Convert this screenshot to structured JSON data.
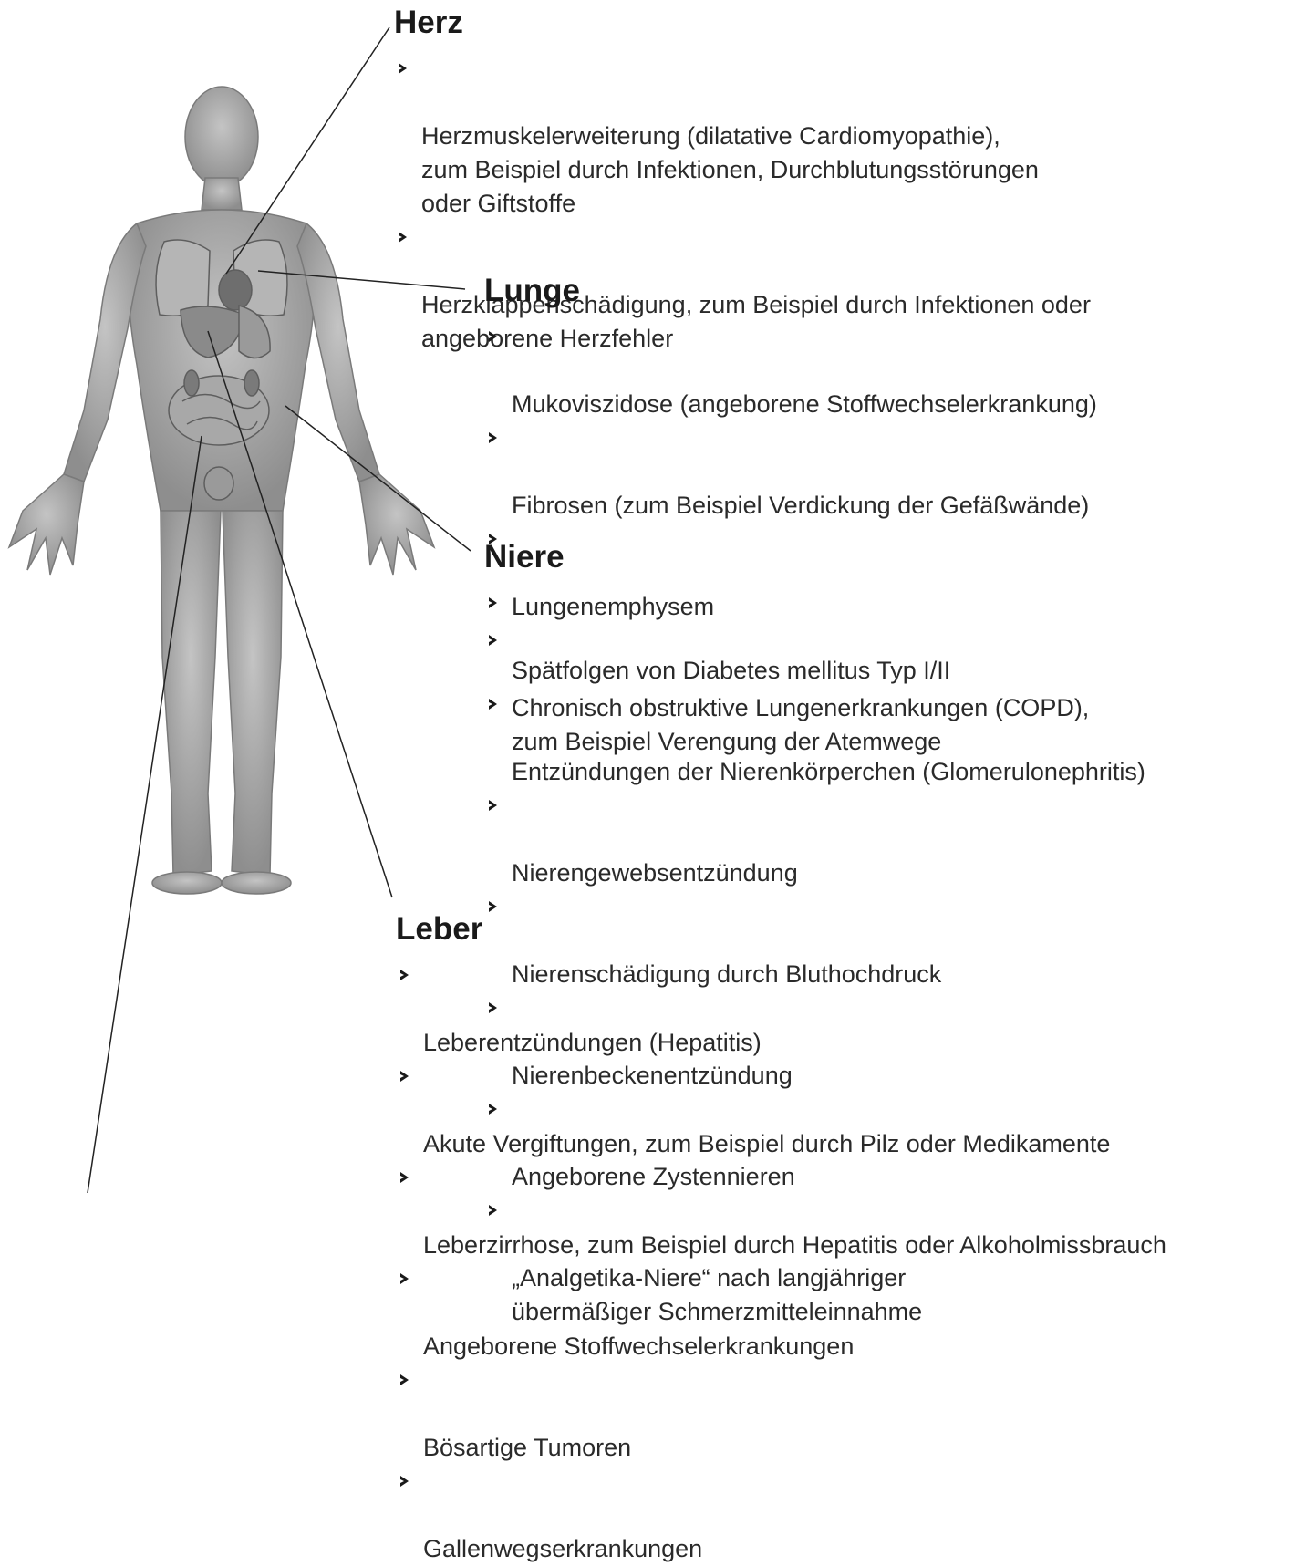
{
  "sections": {
    "herz": {
      "title": "Herz",
      "items": [
        "Herzmuskelerweiterung (dilatative Cardiomyopathie),\nzum Beispiel durch Infektionen, Durchblutungsstörungen\noder Giftstoffe",
        "Herzklappenschädigung, zum Beispiel durch Infektionen oder\nangeborene Herzfehler"
      ]
    },
    "lunge": {
      "title": "Lunge",
      "items": [
        "Mukoviszidose (angeborene Stoffwechselerkrankung)",
        "Fibrosen (zum Beispiel Verdickung der Gefäßwände)",
        "Lungenemphysem",
        "Chronisch obstruktive Lungenerkrankungen (COPD),\nzum Beispiel Verengung der Atemwege"
      ]
    },
    "niere": {
      "title": "Niere",
      "items": [
        "Spätfolgen von Diabetes mellitus Typ I/II",
        "Entzündungen der Nierenkörperchen (Glomerulonephritis)",
        "Nierengewebsentzündung",
        "Nierenschädigung durch Bluthochdruck",
        "Nierenbeckenentzündung",
        "Angeborene Zystennieren",
        "„Analgetika-Niere“ nach langjähriger\nübermäßiger Schmerzmitteleinnahme"
      ]
    },
    "leber": {
      "title": "Leber",
      "items": [
        "Leberentzündungen (Hepatitis)",
        "Akute Vergiftungen, zum Beispiel durch Pilz oder Medikamente",
        "Leberzirrhose, zum Beispiel durch Hepatitis oder Alkoholmissbrauch",
        "Angeborene Stoffwechselerkrankungen",
        "Bösartige Tumoren",
        "Gallenwegserkrankungen"
      ]
    }
  }
}
